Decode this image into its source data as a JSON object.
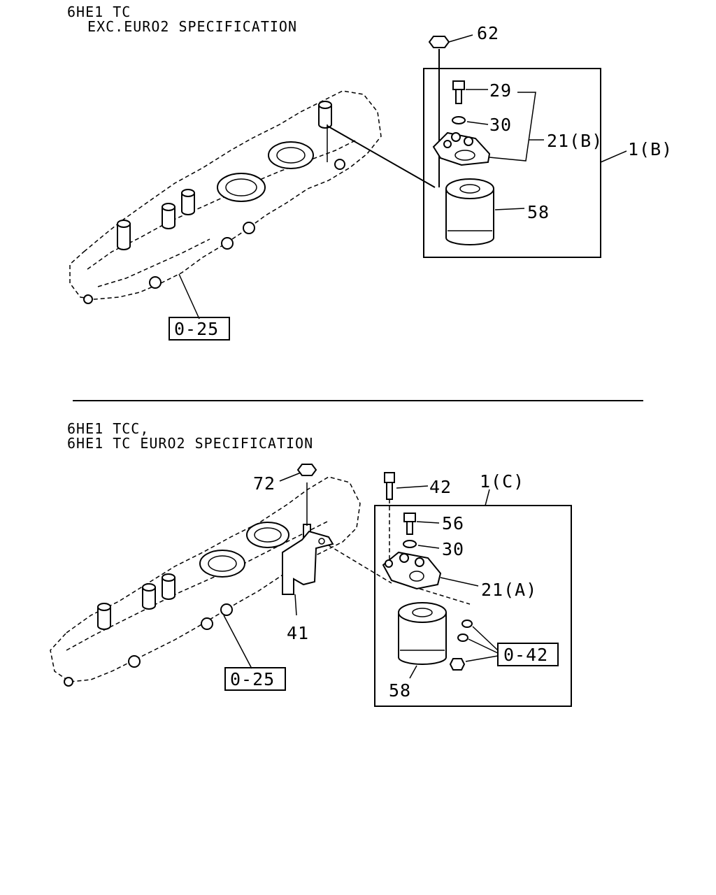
{
  "sections": [
    {
      "header_line1": "6HE1 TC",
      "header_line2": " EXC.EURO2 SPECIFICATION",
      "callouts": {
        "c62": "62",
        "c29": "29",
        "c30": "30",
        "c21": "21(B)",
        "c1": "1(B)",
        "c58": "58"
      },
      "refs": {
        "manifold_ref": "0-25"
      }
    },
    {
      "header_line1": "6HE1 TCC,",
      "header_line2": "6HE1 TC EURO2 SPECIFICATION",
      "callouts": {
        "c72": "72",
        "c42": "42",
        "c1": "1(C)",
        "c56": "56",
        "c30": "30",
        "c21": "21(A)",
        "c41": "41",
        "c58": "58"
      },
      "refs": {
        "manifold_ref": "0-25",
        "bracket_ref": "0-42"
      }
    }
  ]
}
